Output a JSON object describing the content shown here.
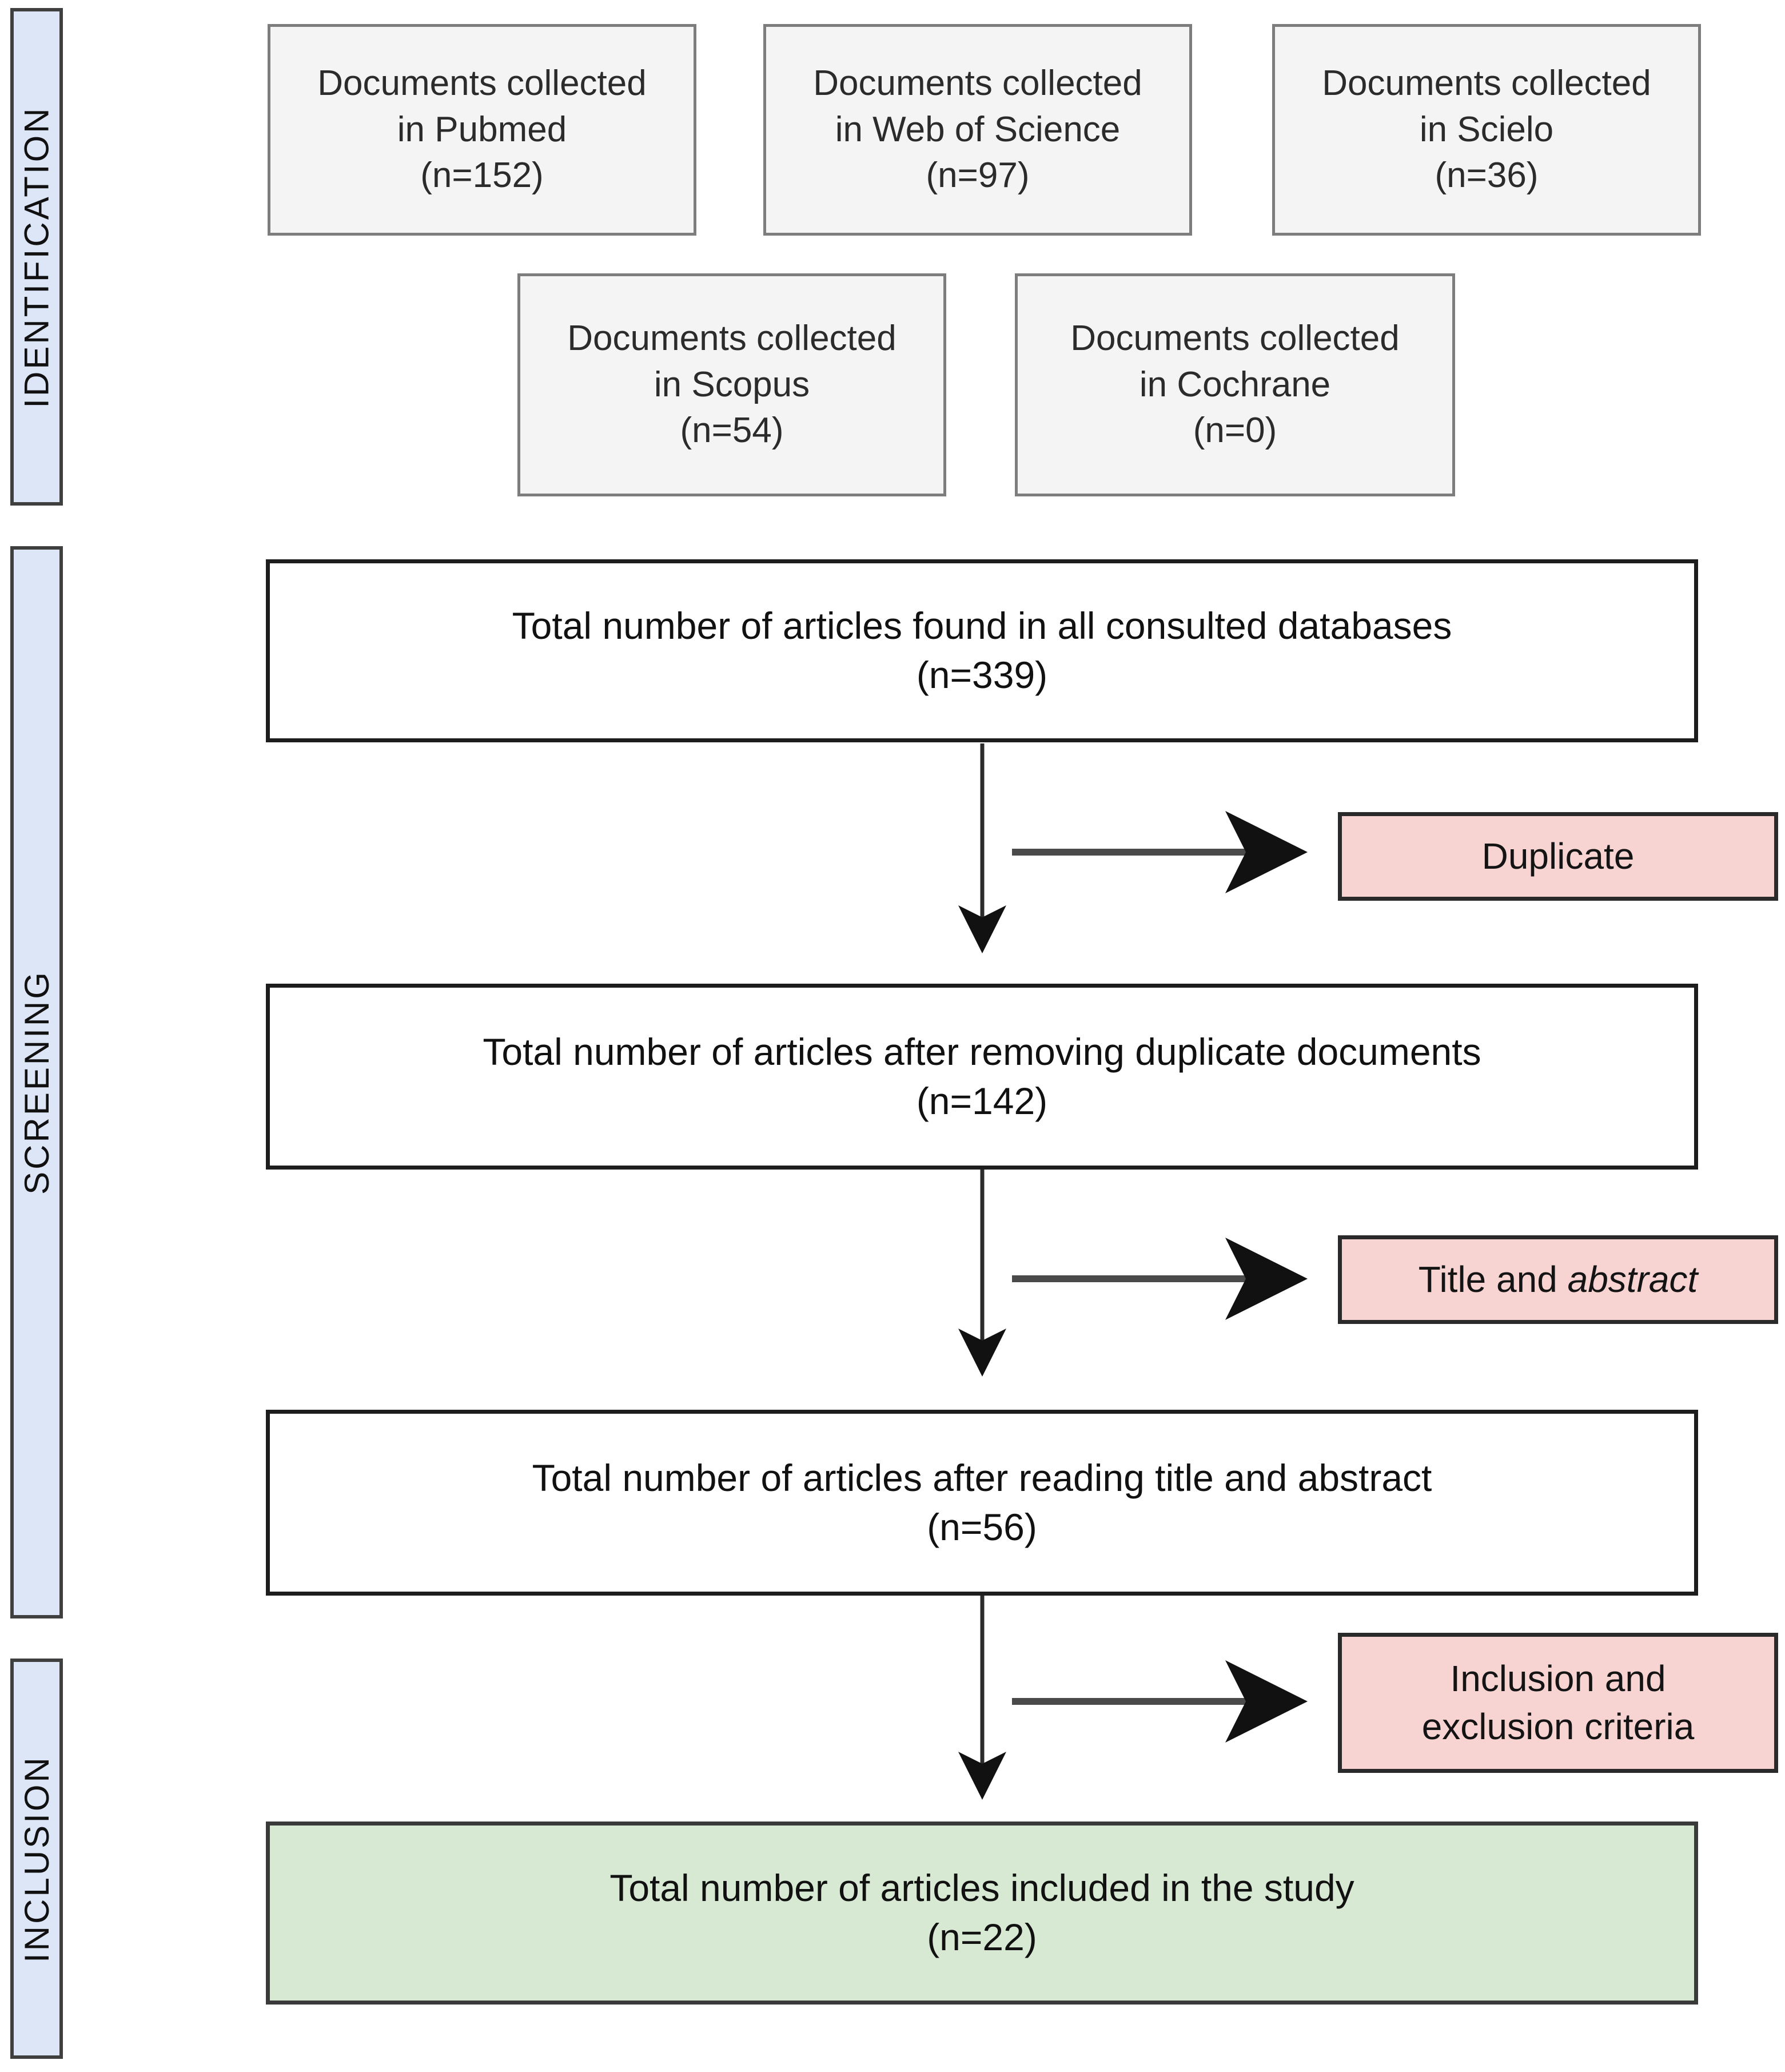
{
  "diagram": {
    "type": "prisma-flow-diagram",
    "stages": [
      {
        "id": "identification",
        "label": "IDENTIFICATION"
      },
      {
        "id": "screening",
        "label": "SCREENING"
      },
      {
        "id": "inclusion",
        "label": "INCLUSION"
      }
    ],
    "colors": {
      "stage_label_fill": "#dce6f7",
      "source_box_fill": "#f4f4f4",
      "total_box_fill": "#ffffff",
      "exclusion_box_fill": "#f7d4d1",
      "inclusion_box_fill": "#d7e9d2",
      "border_dark": "#1d1d1d",
      "border_gray": "#7d7d7d",
      "arrow": "#111111"
    },
    "sources": [
      {
        "id": "pubmed",
        "line1": "Documents collected",
        "line2": "in Pubmed",
        "count": "(n=152)",
        "n": 152
      },
      {
        "id": "wos",
        "line1": "Documents collected",
        "line2": "in Web of Science",
        "count": "(n=97)",
        "n": 97
      },
      {
        "id": "scielo",
        "line1": "Documents collected",
        "line2": "in Scielo",
        "count": "(n=36)",
        "n": 36
      },
      {
        "id": "scopus",
        "line1": "Documents collected",
        "line2": "in Scopus",
        "count": "(n=54)",
        "n": 54
      },
      {
        "id": "cochrane",
        "line1": "Documents collected",
        "line2": "in Cochrane",
        "count": "(n=0)",
        "n": 0
      }
    ],
    "totals": [
      {
        "id": "found",
        "text": "Total number of articles found in all consulted databases",
        "count": "(n=339)",
        "n": 339
      },
      {
        "id": "after_duplicates",
        "text": "Total number of articles after removing duplicate documents",
        "count": "(n=142)",
        "n": 142
      },
      {
        "id": "after_title_abs",
        "text": "Total number of articles after reading title and abstract",
        "count": "(n=56)",
        "n": 56
      }
    ],
    "exclusions": [
      {
        "id": "duplicate",
        "text": "Duplicate"
      },
      {
        "id": "title_abstract",
        "text_plain": "Title and ",
        "text_italic": "abstract"
      },
      {
        "id": "criteria",
        "line1": "Inclusion and",
        "line2": "exclusion criteria"
      }
    ],
    "included": {
      "id": "included_study",
      "text": "Total number of articles included in the study",
      "count": "(n=22)",
      "n": 22
    }
  }
}
